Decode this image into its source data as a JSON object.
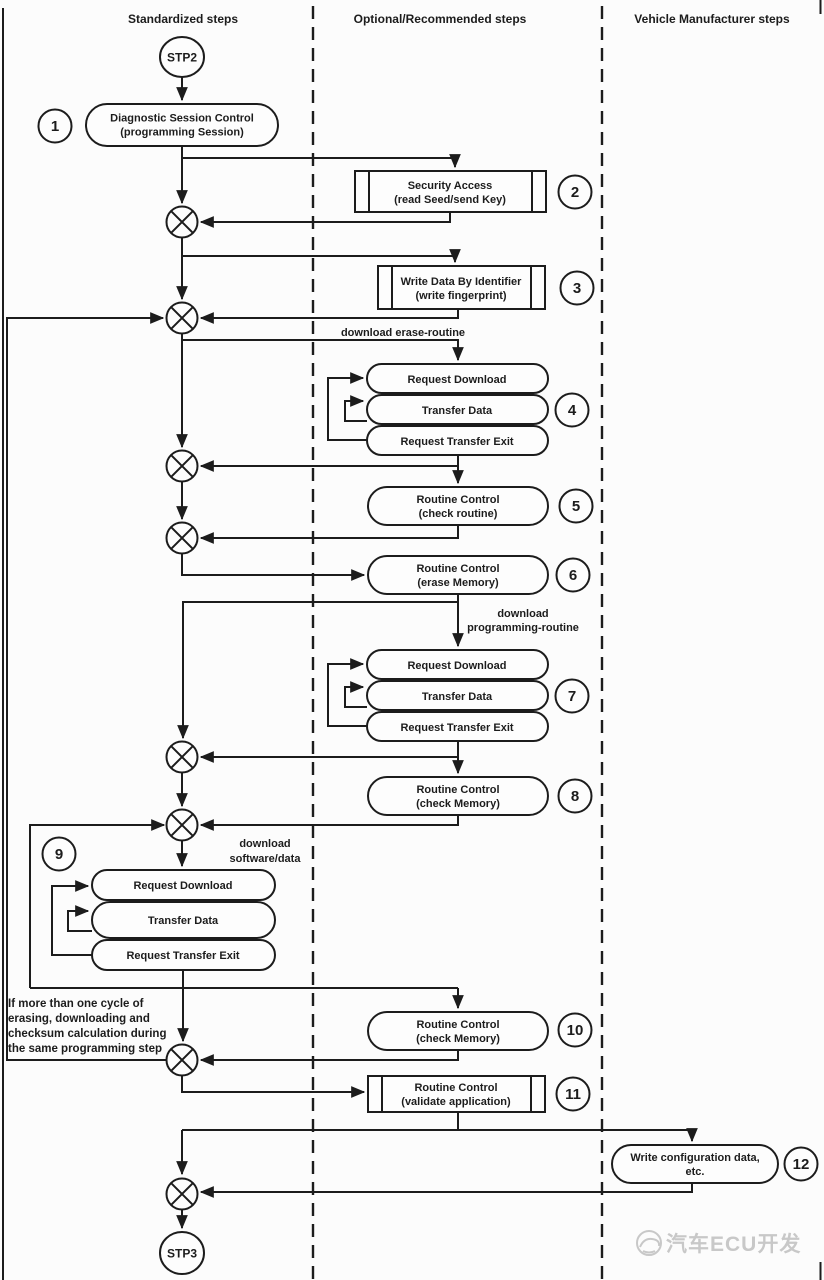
{
  "columns": {
    "standardized": "Standardized steps",
    "optional": "Optional/Recommended steps",
    "manufacturer": "Vehicle Manufacturer steps"
  },
  "terminators": {
    "start": "STP2",
    "end": "STP3"
  },
  "steps": {
    "s1": {
      "num": "1",
      "line1": "Diagnostic Session Control",
      "line2": "(programming Session)"
    },
    "s2": {
      "num": "2",
      "line1": "Security Access",
      "line2": "(read Seed/send Key)"
    },
    "s3": {
      "num": "3",
      "line1": "Write Data By Identifier",
      "line2": "(write fingerprint)"
    },
    "s4": {
      "num": "4",
      "box1": "Request Download",
      "box2": "Transfer Data",
      "box3": "Request Transfer Exit"
    },
    "s5": {
      "num": "5",
      "line1": "Routine Control",
      "line2": "(check routine)"
    },
    "s6": {
      "num": "6",
      "line1": "Routine Control",
      "line2": "(erase Memory)"
    },
    "s7": {
      "num": "7",
      "box1": "Request Download",
      "box2": "Transfer Data",
      "box3": "Request Transfer Exit"
    },
    "s8": {
      "num": "8",
      "line1": "Routine Control",
      "line2": "(check Memory)"
    },
    "s9": {
      "num": "9",
      "box1": "Request Download",
      "box2": "Transfer Data",
      "box3": "Request Transfer Exit"
    },
    "s10": {
      "num": "10",
      "line1": "Routine Control",
      "line2": "(check Memory)"
    },
    "s11": {
      "num": "11",
      "line1": "Routine Control",
      "line2": "(validate application)"
    },
    "s12": {
      "num": "12",
      "line1": "Write configuration data,",
      "line2": "etc."
    }
  },
  "flow_labels": {
    "erase_routine": "download erase-routine",
    "programming_routine_line1": "download",
    "programming_routine_line2": "programming-routine",
    "software_data_line1": "download",
    "software_data_line2": "software/data"
  },
  "note": {
    "line1": "If more than one cycle of",
    "line2": "erasing, downloading and",
    "line3": "checksum calculation during",
    "line4": "the same programming step"
  },
  "watermark": {
    "text": "汽车ECU开发"
  },
  "colors": {
    "line": "#1c1c1c",
    "background": "#fcfcfc",
    "watermark": "#c8c8c8"
  }
}
